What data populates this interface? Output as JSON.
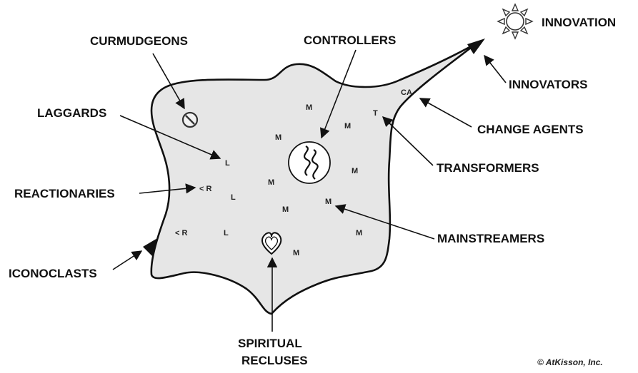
{
  "labels": {
    "innovation": "INNOVATION",
    "curmudgeons": "CURMUDGEONS",
    "controllers": "CONTROLLERS",
    "innovators": "INNOVATORS",
    "laggards": "LAGGARDS",
    "change_agents": "CHANGE AGENTS",
    "transformers": "TRANSFORMERS",
    "reactionaries": "REACTIONARIES",
    "mainstreamers": "MAINSTREAMERS",
    "iconoclasts": "ICONOCLASTS",
    "spiritual_line1": "SPIRITUAL",
    "spiritual_line2": "RECLUSES"
  },
  "markers": {
    "mainstreamer": "M",
    "laggard": "L",
    "reactionary": "< R",
    "transformer": "T",
    "change_agent": "CA"
  },
  "credit": "© AtKisson, Inc.",
  "icons": {
    "sun": "sun-icon",
    "no_sign": "no-entry-icon",
    "nucleus": "wavy-nucleus-icon",
    "heart": "heart-icon"
  },
  "colors": {
    "cell_fill": "#e6e6e6",
    "outline": "#111111",
    "text": "#111111"
  }
}
